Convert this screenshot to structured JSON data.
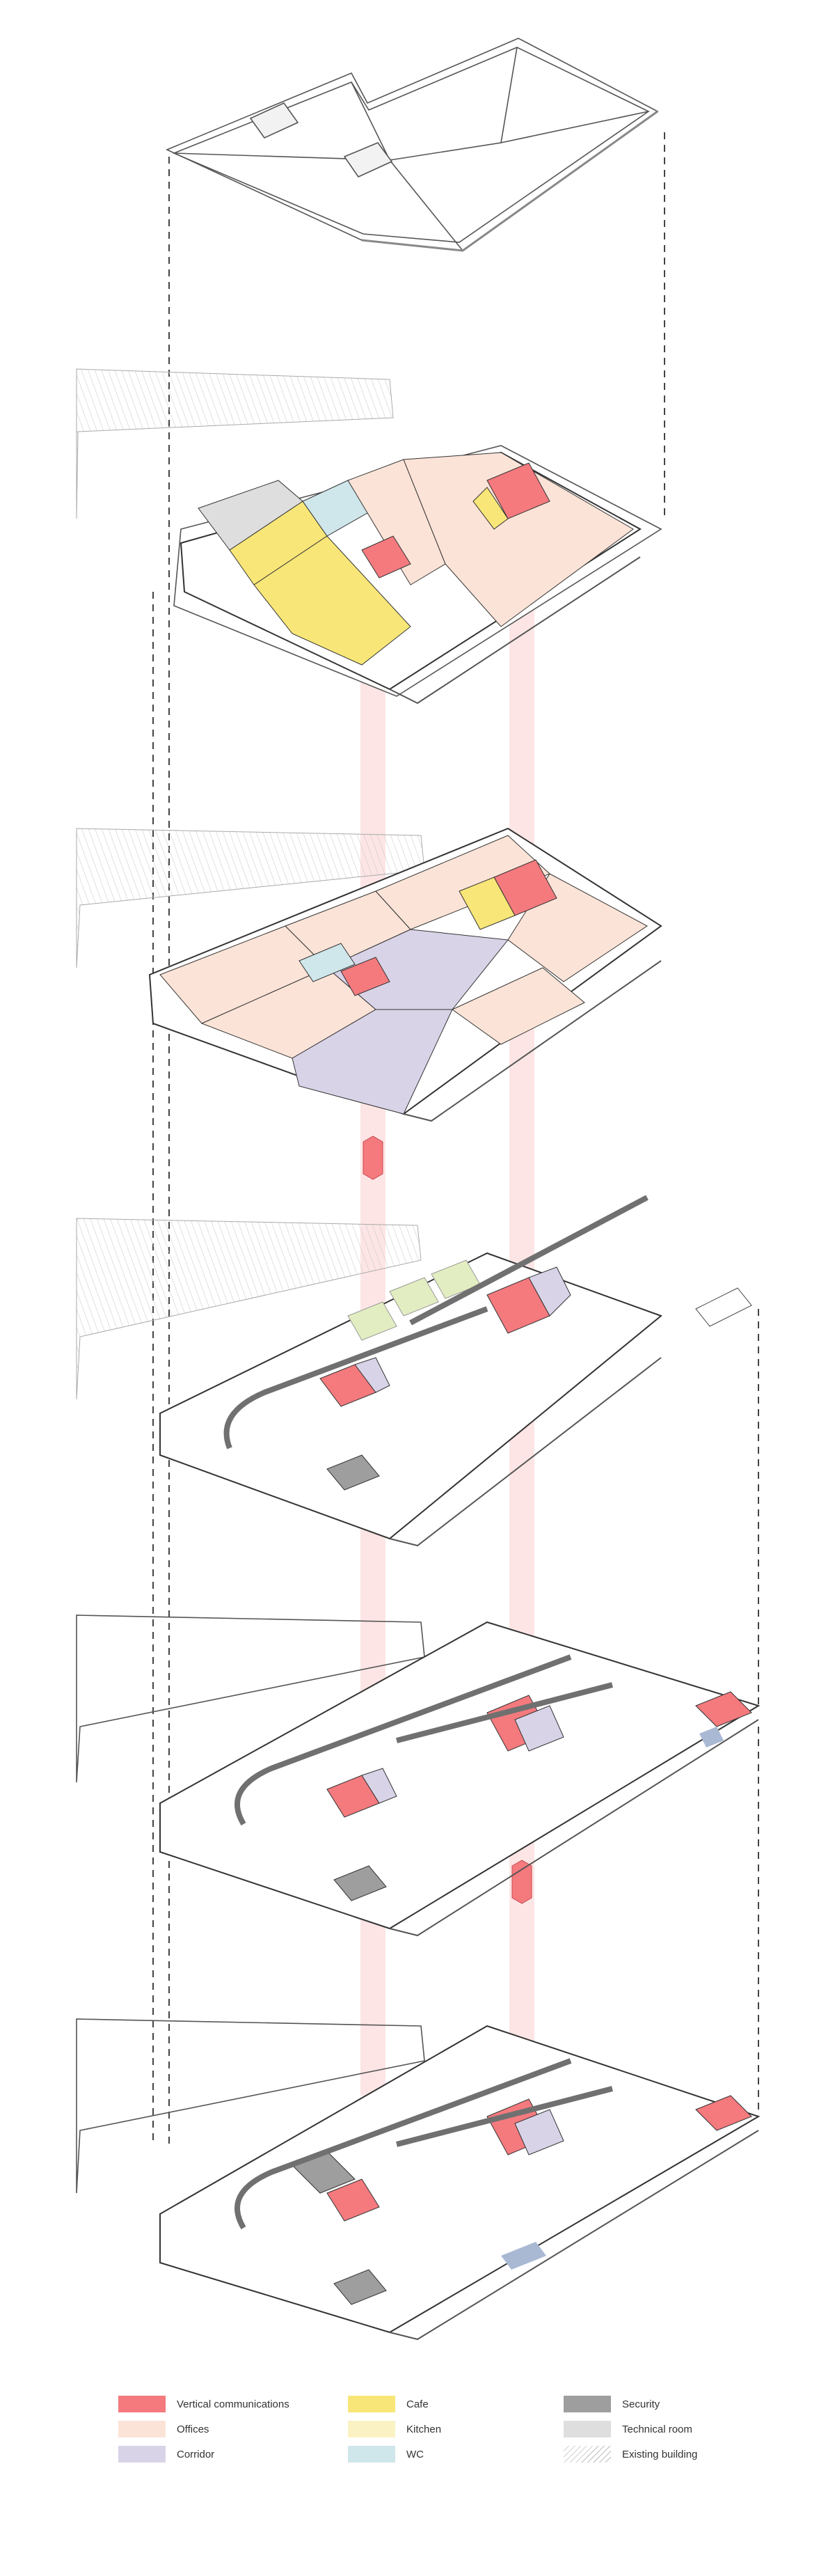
{
  "colors": {
    "vertical_communications": "#f47a7e",
    "offices": "#fbe3d7",
    "corridor": "#d9d3e8",
    "cafe": "#f8e678",
    "kitchen": "#fbf2c4",
    "wc": "#cfe6ea",
    "security": "#9e9e9e",
    "technical_room": "#dedede",
    "parking_green": "#e2edc1",
    "entrance_blue": "#a9b9d4",
    "line": "#3a3a3a",
    "lane": "#707070",
    "shaft": "#fcdcdc"
  },
  "legend": [
    {
      "key": "vertical_communications",
      "label": "Vertical communications",
      "color": "#f47a7e",
      "pattern": "solid"
    },
    {
      "key": "offices",
      "label": "Offices",
      "color": "#fbe3d7",
      "pattern": "solid"
    },
    {
      "key": "corridor",
      "label": "Corridor",
      "color": "#d9d3e8",
      "pattern": "solid"
    },
    {
      "key": "cafe",
      "label": "Cafe",
      "color": "#f8e678",
      "pattern": "solid"
    },
    {
      "key": "kitchen",
      "label": "Kitchen",
      "color": "#fbf2c4",
      "pattern": "solid"
    },
    {
      "key": "wc",
      "label": "WC",
      "color": "#cfe6ea",
      "pattern": "solid"
    },
    {
      "key": "security",
      "label": "Security",
      "color": "#9e9e9e",
      "pattern": "solid"
    },
    {
      "key": "technical_room",
      "label": "Technical room",
      "color": "#dedede",
      "pattern": "solid"
    },
    {
      "key": "existing_building",
      "label": "Existing building",
      "color": "#ffffff",
      "pattern": "hatched"
    }
  ]
}
